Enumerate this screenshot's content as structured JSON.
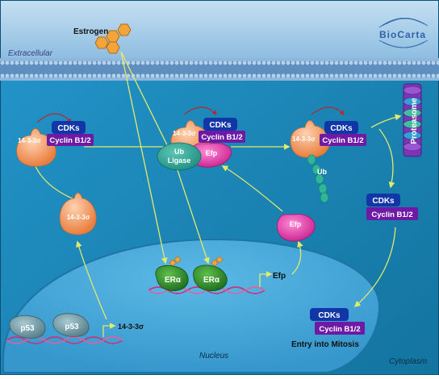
{
  "logo": {
    "text": "BioCarta"
  },
  "regions": {
    "extracellular": "Extracellular",
    "cytoplasm": "Cytoplasm",
    "nucleus": "Nucleus"
  },
  "molecules": {
    "estrogen": "Estrogen",
    "cdks": "CDKs",
    "cyclin": "Cyclin B1/2",
    "protein_1433": "14-3-3σ",
    "ub_ligase_line1": "Ub",
    "ub_ligase_line2": "Ligase",
    "efp": "Efp",
    "ub": "Ub",
    "proteasome": "Proteasome",
    "er_alpha": "ERα",
    "p53": "p53"
  },
  "genes": {
    "efp": "Efp",
    "g1433": "14-3-3σ"
  },
  "outcome": "Entry into Mitosis",
  "colors": {
    "membrane_top": "#9ec7e6",
    "cytoplasm": "#1c8bc0",
    "nucleus": "#47a7d8",
    "arrow": "#e2ea6a",
    "cdk": "#1036a8",
    "cyclin": "#6f1aa6",
    "protein_1433": "#f39a64",
    "efp": "#e33ab0",
    "er_alpha": "#2f8a2f",
    "p53": "#6b9aa6",
    "ub": "#2fb59a",
    "dna": "#c8357d"
  }
}
